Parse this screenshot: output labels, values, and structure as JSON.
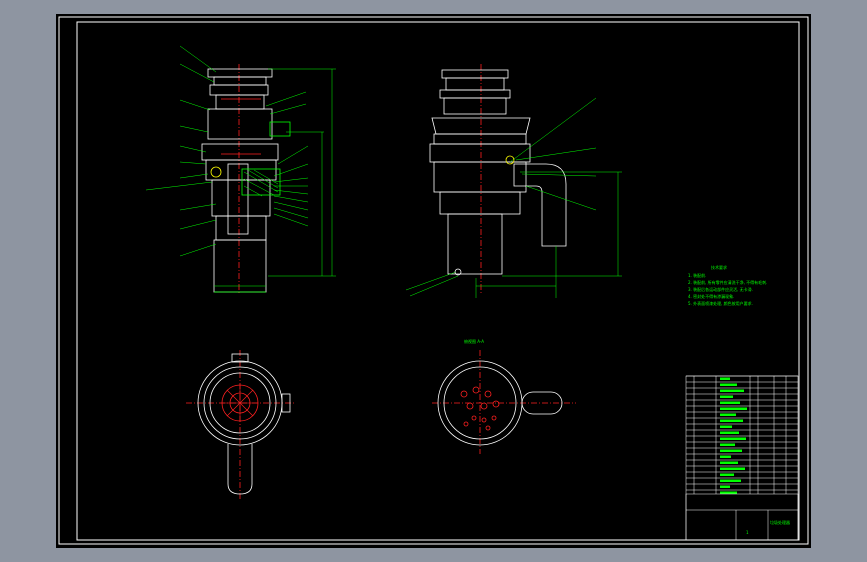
{
  "drawing": {
    "background": "#000000",
    "frame_color": "#ffffff",
    "outline_color": "#ffffff",
    "hidden_color": "#ff2020",
    "dimension_color": "#00ff00",
    "section_color": "#00ff00",
    "section_label": "A-A",
    "tech_notes_title": "技术要求",
    "tech_notes": [
      "1. 装配前.",
      "2. 装配前, 所有零件应清洗干净, 不得有毛刺.",
      "3. 装配后各运动部件应灵活, 无卡滞.",
      "4. 密封处不得有渗漏现象.",
      "5. 外表面喷漆处理, 颜色按用户要求."
    ],
    "view_label": "俯视图 A-A"
  },
  "title_block": {
    "drawing_name": "垃圾处理器",
    "sheet": "1"
  }
}
